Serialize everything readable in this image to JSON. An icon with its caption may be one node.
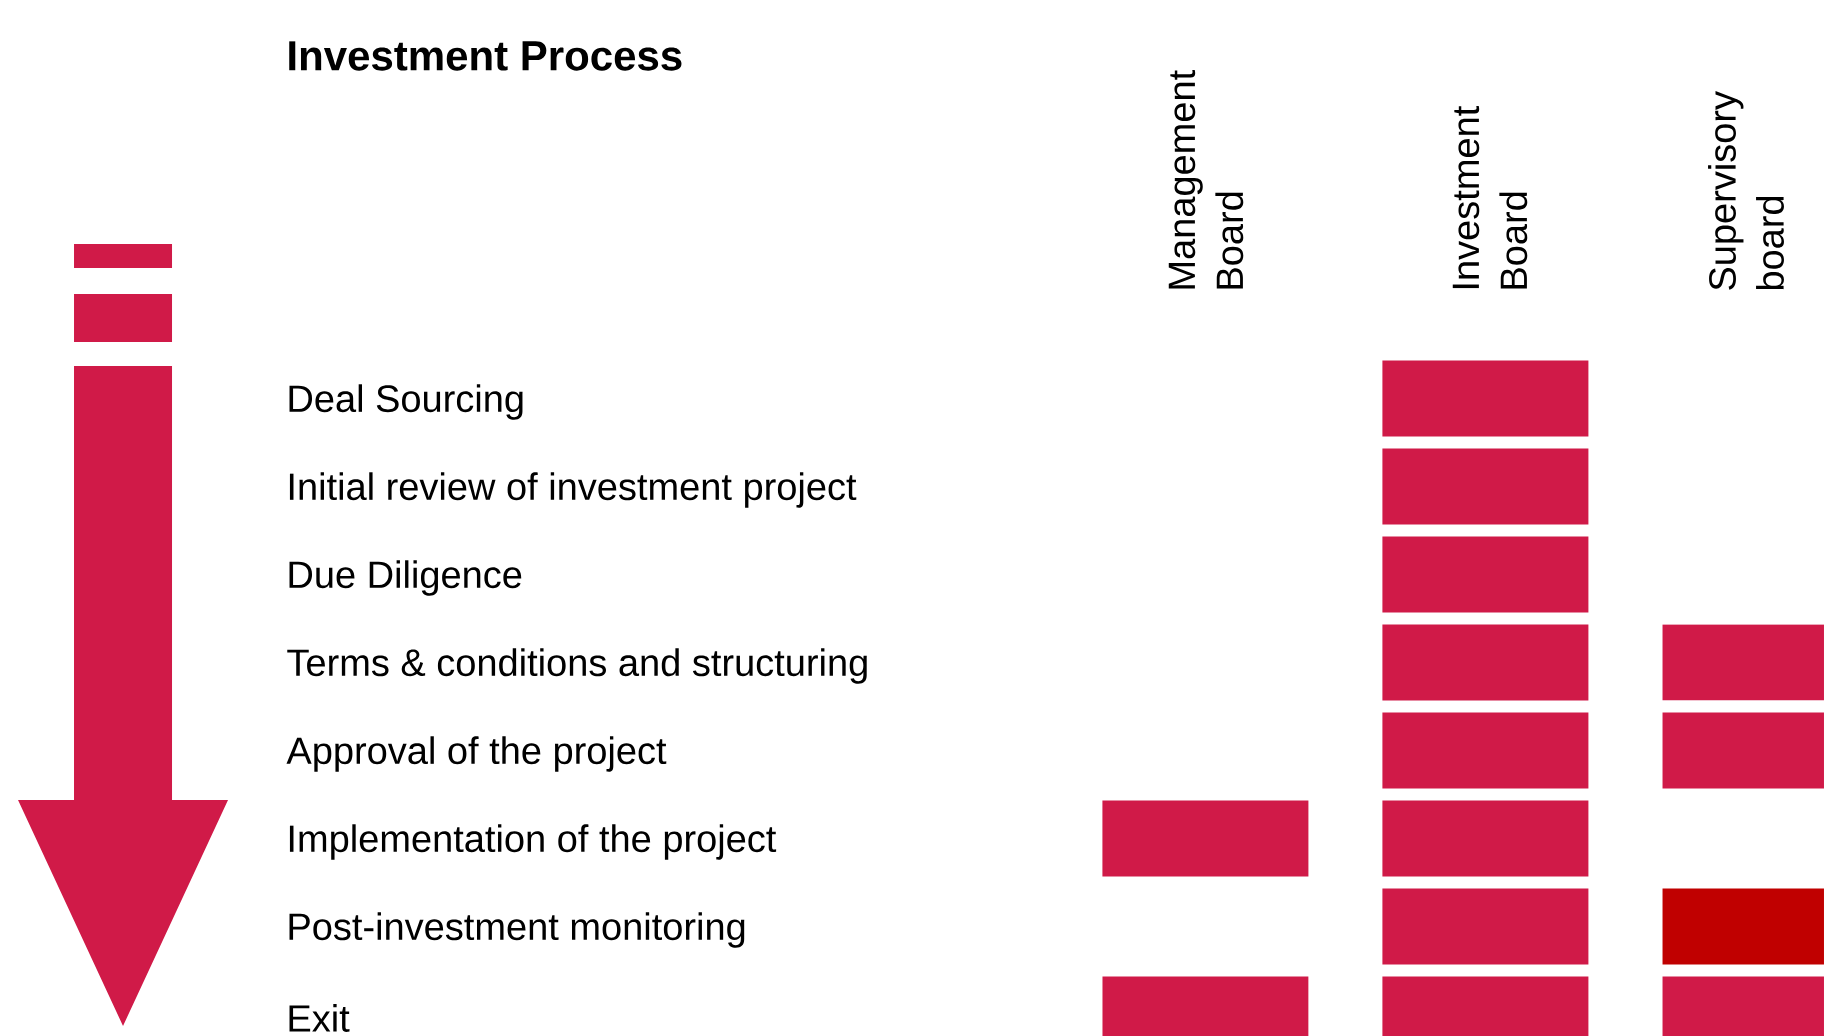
{
  "diagram": {
    "title": "Investment Process",
    "nodes": [
      {
        "text": [],
        "shape": "bar"
      },
      {
        "text": [],
        "shape": "bar"
      },
      {
        "text": [],
        "shape": "bar"
      },
      {
        "text": [],
        "shape": "bar"
      },
      {
        "text": [],
        "shape": "bar"
      },
      {
        "text": [],
        "shape": "bar"
      },
      {
        "text": [],
        "shape": "bar"
      },
      {
        "text": [],
        "shape": "bar"
      },
      {
        "text": [],
        "shape": "bar"
      },
      {
        "text": [],
        "shape": "bar"
      },
      {
        "text": [],
        "shape": "bar"
      },
      {
        "text": [],
        "shape": "bar"
      },
      {
        "text": [],
        "shape": "bar"
      },
      {
        "text": [],
        "shape": "bar"
      }
    ],
    "labels": [
      "Management Board",
      "Investment Board",
      "Supervisory board",
      "Deal Sourcing",
      "Initial review of investment project",
      "Due Diligence",
      "Terms & conditions and structuring",
      "Approval of the project",
      "Implementation of the project",
      "Post-investment monitoring",
      "Exit"
    ]
  }
}
